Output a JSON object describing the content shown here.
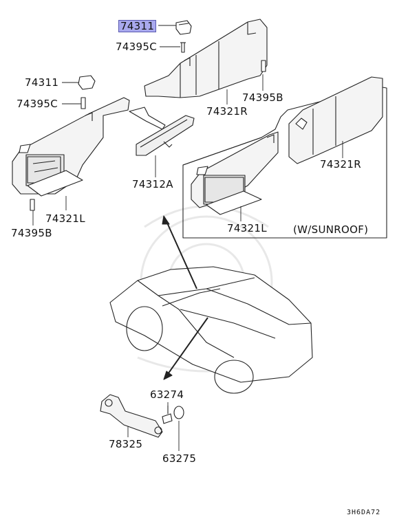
{
  "labels": {
    "p74311_top": "74311",
    "p74395C_top": "74395C",
    "p74311_left": "74311",
    "p74395C_left": "74395C",
    "p74395B_right": "74395B",
    "p74321R_top": "74321R",
    "p74312A": "74312A",
    "p74321R_sunroof": "74321R",
    "p74321L_left": "74321L",
    "p74395B_left": "74395B",
    "p74321L_sunroof": "74321L",
    "sunroof_note": "(W/SUNROOF)",
    "p63274": "63274",
    "p78325": "78325",
    "p63275": "63275"
  },
  "highlight_color": "#a9a9ee",
  "diagram_code": "3H6DA72"
}
